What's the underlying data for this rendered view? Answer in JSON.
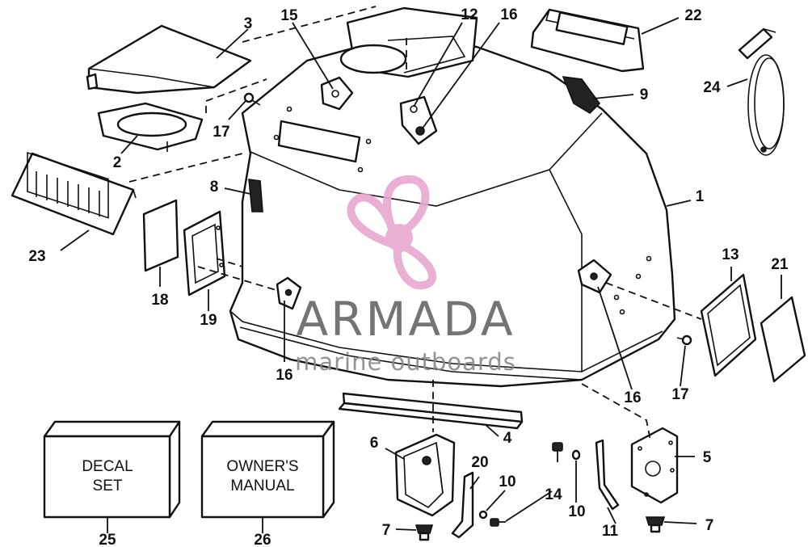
{
  "labels": {
    "l1": "1",
    "l2": "2",
    "l3": "3",
    "l4": "4",
    "l5": "5",
    "l6": "6",
    "l7a": "7",
    "l7b": "7",
    "l8": "8",
    "l9": "9",
    "l10a": "10",
    "l10b": "10",
    "l11": "11",
    "l12": "12",
    "l13": "13",
    "l14": "14",
    "l15": "15",
    "l16a": "16",
    "l16b": "16",
    "l16c": "16",
    "l17a": "17",
    "l17b": "17",
    "l18": "18",
    "l19": "19",
    "l20": "20",
    "l21": "21",
    "l22": "22",
    "l23": "23",
    "l24": "24",
    "l25": "25",
    "l26": "26"
  },
  "boxes": {
    "decal_line1": "DECAL",
    "decal_line2": "SET",
    "manual_line1": "OWNER'S",
    "manual_line2": "MANUAL"
  },
  "watermark": {
    "brand": "ARMADA",
    "tagline": "marine outboards",
    "accent_color": "#e8a8d0"
  }
}
